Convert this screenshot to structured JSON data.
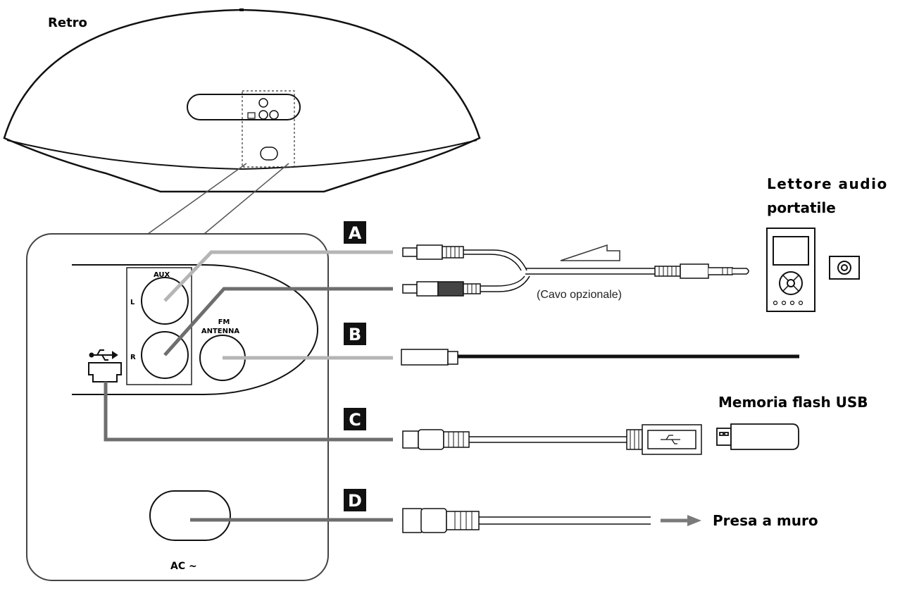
{
  "labels": {
    "retro": "Retro",
    "portable_player": [
      "Lettore audio",
      "portatile"
    ],
    "usb_flash": "Memoria flash USB",
    "wall_outlet": "Presa a muro",
    "optional_cable": "(Cavo opzionale)"
  },
  "panel": {
    "aux": "AUX",
    "left": "L",
    "right": "R",
    "fm_antenna": [
      "FM",
      "ANTENNA"
    ],
    "ac": "AC ~"
  },
  "connections": [
    {
      "letter": "A"
    },
    {
      "letter": "B"
    },
    {
      "letter": "C"
    },
    {
      "letter": "D"
    }
  ],
  "colors": {
    "line_dark": "#111111",
    "lead_light": "#b5b5b5",
    "lead_dark": "#6e6e6e",
    "badge": "#111111",
    "badge_text": "#ffffff"
  }
}
